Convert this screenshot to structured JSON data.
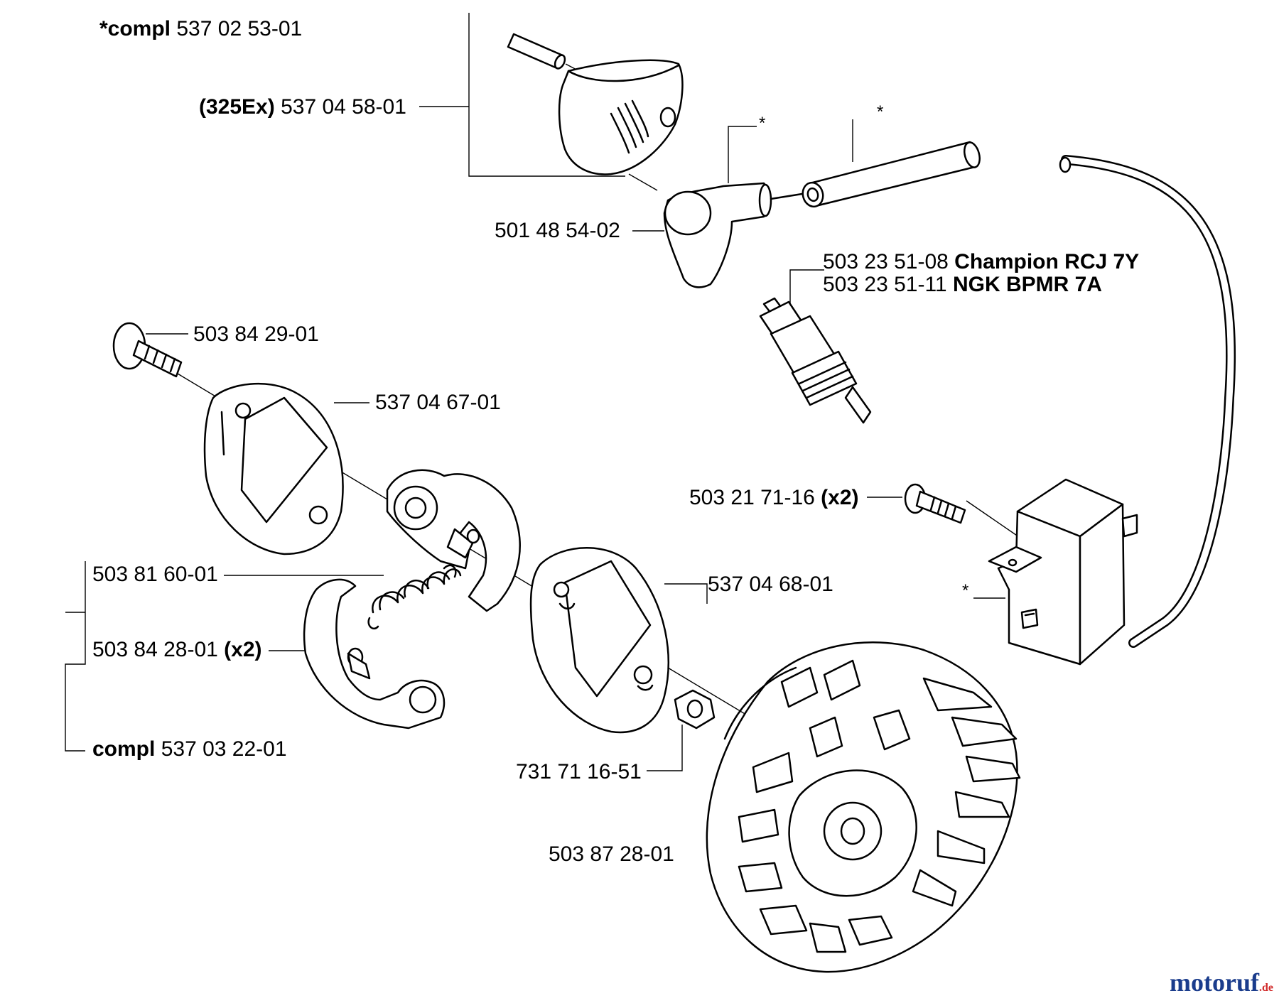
{
  "labels": {
    "compl_top": {
      "bold": "*compl",
      "text": " 537 02 53-01"
    },
    "cover_325": {
      "bold": "(325Ex)",
      "text": " 537 04 58-01"
    },
    "boot": {
      "text": "501 48 54-02"
    },
    "plug1": {
      "text": "503 23 51-08 ",
      "bold": "Champion RCJ 7Y"
    },
    "plug2": {
      "text": "503 23 51-11 ",
      "bold": "NGK BPMR 7A"
    },
    "bolt": {
      "text": "503 84 29-01"
    },
    "plate1": {
      "text": "537 04 67-01"
    },
    "screw": {
      "text": "503 21 71-16 ",
      "bold": "(x2)"
    },
    "spring": {
      "text": "503 81 60-01"
    },
    "shoe": {
      "text": "503 84 28-01 ",
      "bold": "(x2)"
    },
    "plate2": {
      "text": "537 04 68-01"
    },
    "compl_bottom": {
      "bold": "compl",
      "text": " 537 03 22-01"
    },
    "nut": {
      "text": "731 71 16-51"
    },
    "flywheel": {
      "text": "503 87 28-01"
    }
  },
  "stars": [
    "*",
    "*",
    "*"
  ],
  "watermark": {
    "main": "motoruf",
    "suffix": ".de",
    "color_a": "#1a3c8c",
    "color_b": "#d12a2a"
  }
}
